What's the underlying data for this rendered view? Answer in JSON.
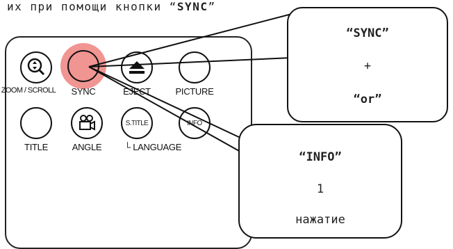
{
  "top_text": {
    "prefix": "их при помощи кнопки “",
    "keyword": "SYNC",
    "suffix": "”"
  },
  "remote": {
    "buttons": [
      {
        "label": "ZOOM / SCROLL",
        "icon": "zoom-icon"
      },
      {
        "label": "SYNC",
        "icon": "",
        "highlight": "#f08a86"
      },
      {
        "label": "EJECT",
        "icon": "eject-icon"
      },
      {
        "label": "PICTURE",
        "icon": ""
      },
      {
        "label": "TITLE",
        "icon": ""
      },
      {
        "label": "ANGLE",
        "icon": "camera-icon"
      },
      {
        "label": "S.TITLE",
        "icon": ""
      },
      {
        "label": "INFO",
        "icon": ""
      }
    ],
    "language_label": "└ LANGUAGE"
  },
  "callout_sync": {
    "title": "“SYNC”",
    "plus": "+",
    "or": "“or”"
  },
  "callout_info": {
    "title": "“INFO”",
    "count": "1",
    "word": "нажатие"
  },
  "colors": {
    "sync_highlight": "#f08a86",
    "stroke": "#111111"
  }
}
